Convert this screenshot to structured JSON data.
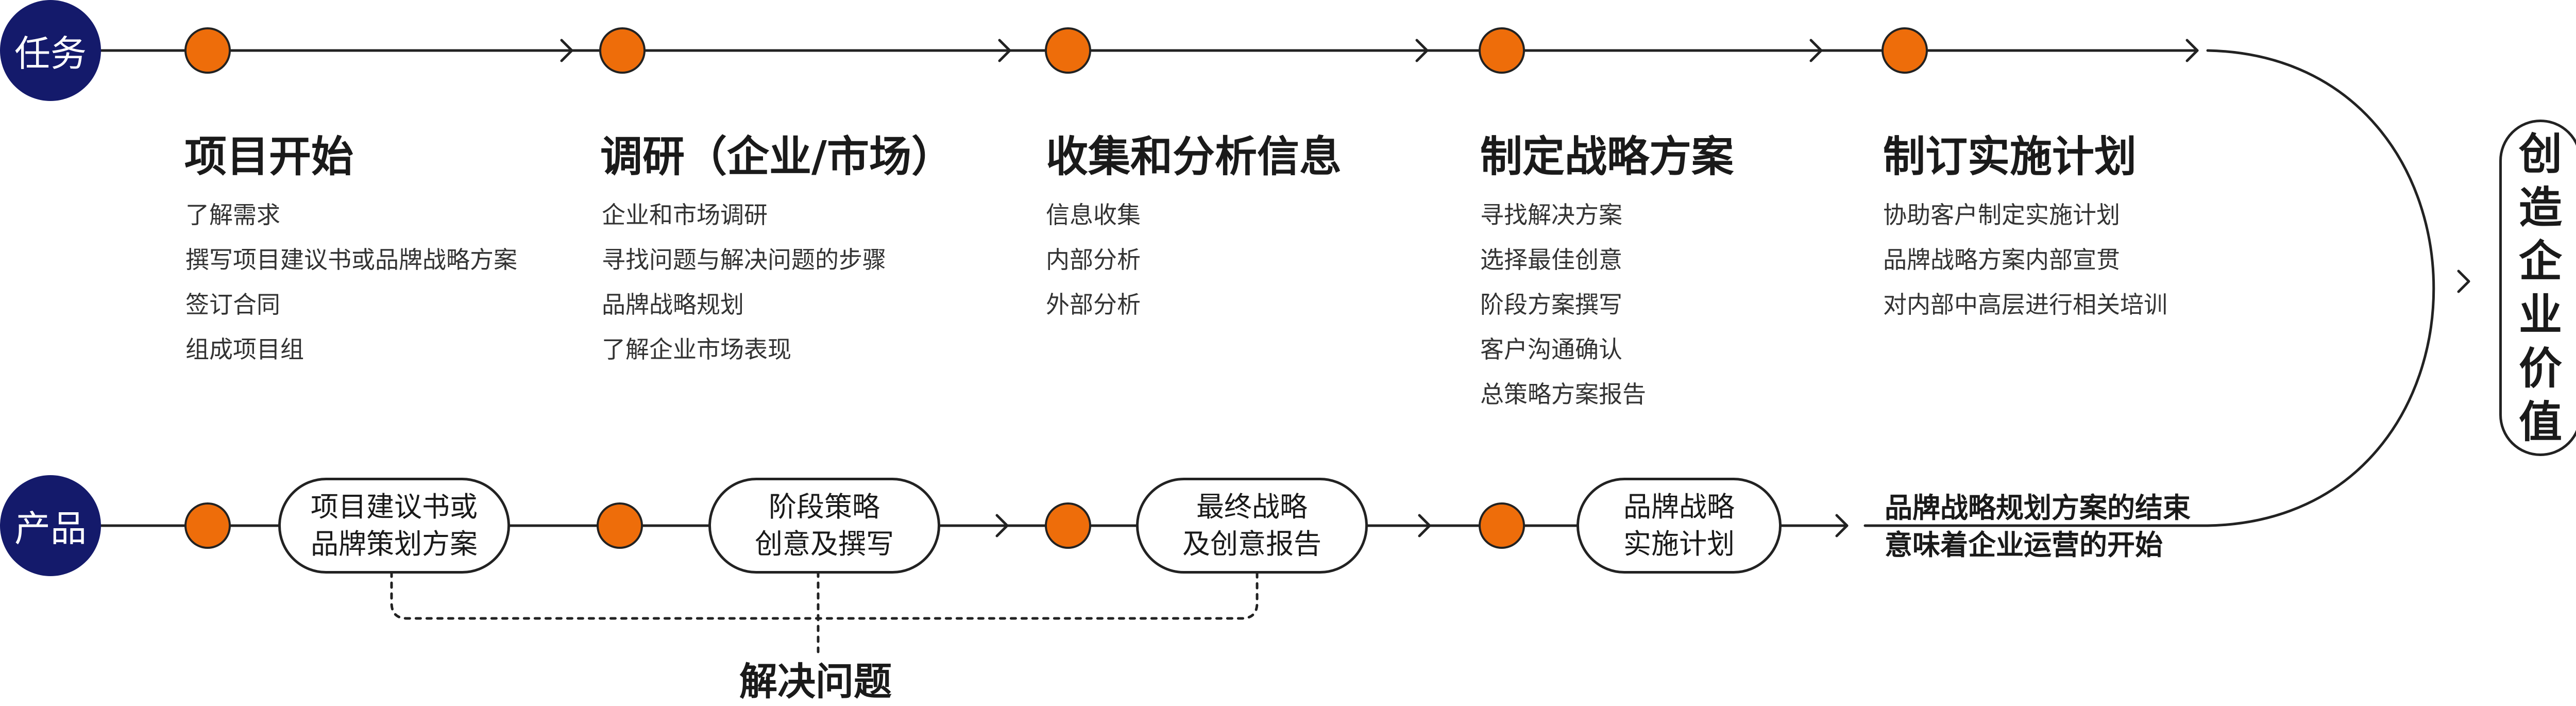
{
  "rows": {
    "task_label": "任务",
    "product_label": "产品"
  },
  "stages": [
    {
      "title": "项目开始",
      "items": [
        "了解需求",
        "撰写项目建议书或品牌战略方案",
        "签订合同",
        "组成项目组"
      ]
    },
    {
      "title": "调研（企业/市场）",
      "items": [
        "企业和市场调研",
        "寻找问题与解决问题的步骤",
        "品牌战略规划",
        "了解企业市场表现"
      ]
    },
    {
      "title": "收集和分析信息",
      "items": [
        "信息收集",
        "内部分析",
        "外部分析"
      ]
    },
    {
      "title": "制定战略方案",
      "items": [
        "寻找解决方案",
        "选择最佳创意",
        "阶段方案撰写",
        "客户沟通确认",
        "总策略方案报告"
      ]
    },
    {
      "title": "制订实施计划",
      "items": [
        "协助客户制定实施计划",
        "品牌战略方案内部宣贯",
        "对内部中高层进行相关培训"
      ]
    }
  ],
  "products": [
    {
      "line1": "项目建议书或",
      "line2": "品牌策划方案"
    },
    {
      "line1": "阶段策略",
      "line2": "创意及撰写"
    },
    {
      "line1": "最终战略",
      "line2": "及创意报告"
    },
    {
      "line1": "品牌战略",
      "line2": "实施计划"
    }
  ],
  "end_note": {
    "line1": "品牌战略规划方案的结束",
    "line2": "意味着企业运营的开始"
  },
  "value": {
    "chars": [
      "创",
      "造",
      "企",
      "业",
      "价",
      "值"
    ]
  },
  "solve_label": "解决问题",
  "colors": {
    "badge": "#141a6b",
    "node": "#ee6d0a",
    "line": "#222222"
  }
}
